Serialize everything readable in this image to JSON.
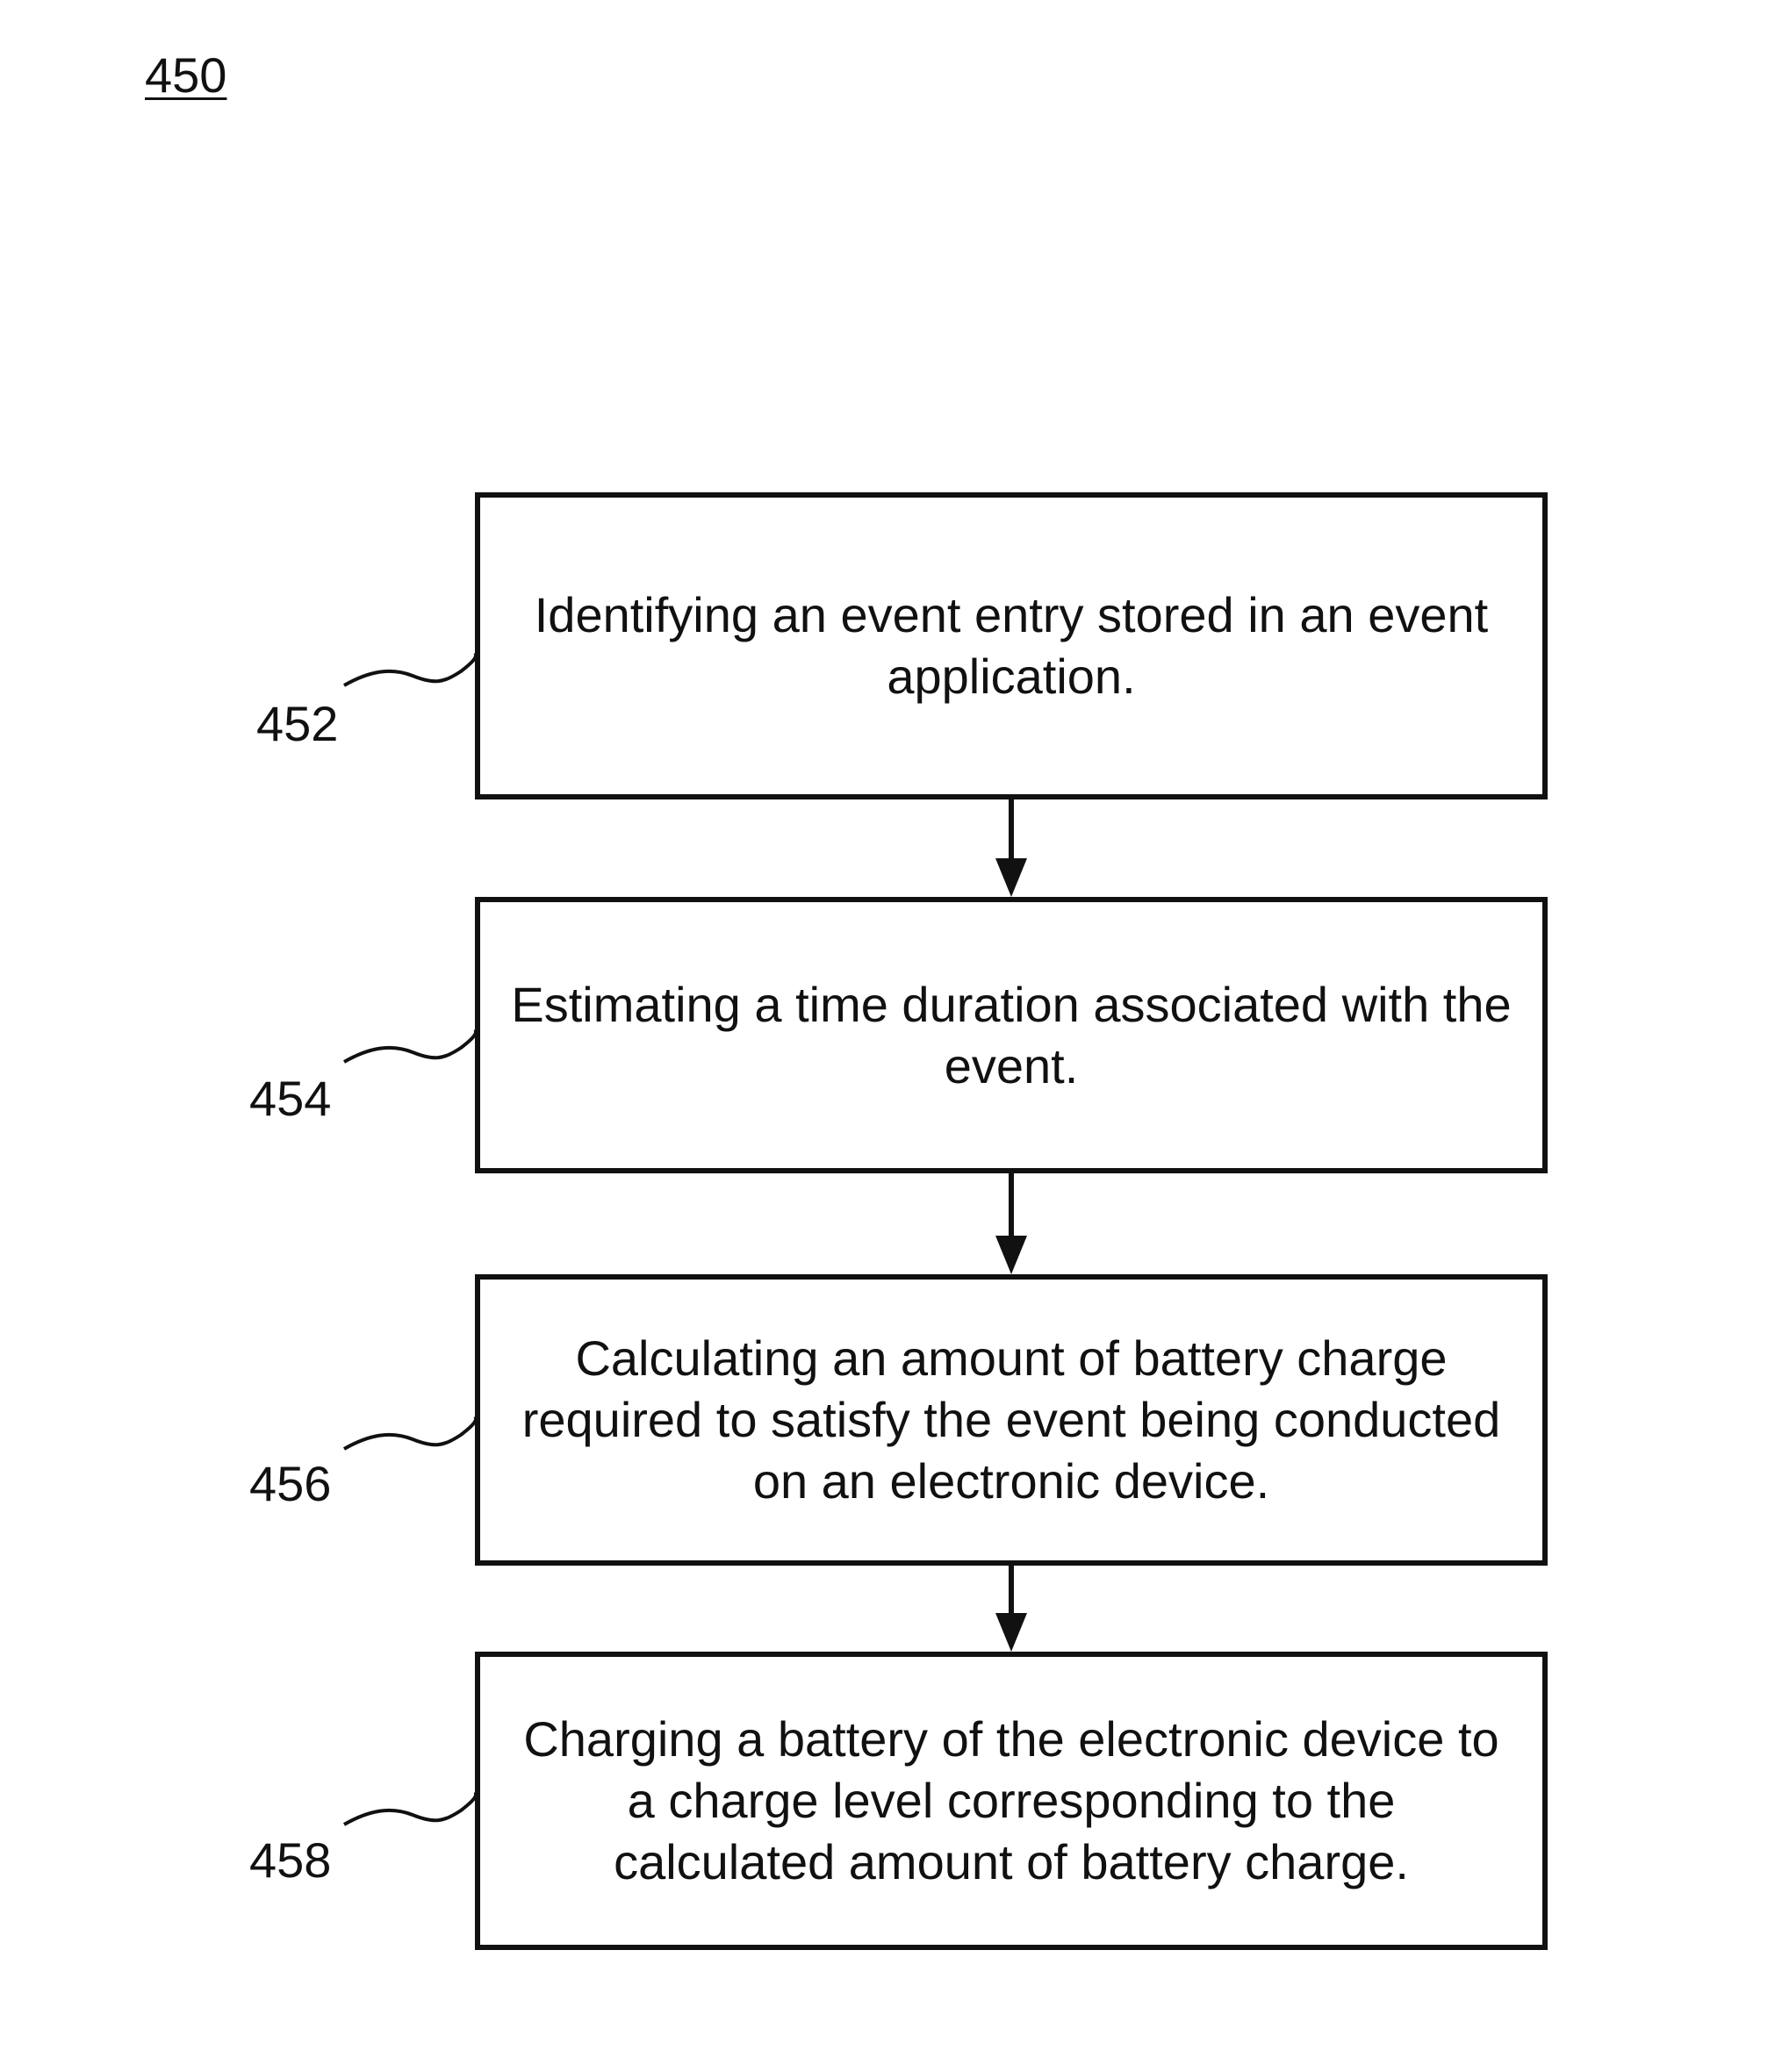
{
  "figure": {
    "number": "450"
  },
  "steps": [
    {
      "ref": "452",
      "text": "Identifying an event entry stored in an event\napplication."
    },
    {
      "ref": "454",
      "text": "Estimating a time duration associated with the\nevent."
    },
    {
      "ref": "456",
      "text": "Calculating an amount of battery charge\nrequired to satisfy the event being conducted\non an electronic device."
    },
    {
      "ref": "458",
      "text": "Charging a battery of the electronic device to\na charge level corresponding to the\ncalculated amount of battery charge."
    }
  ],
  "colors": {
    "line": "#111111",
    "background": "#ffffff"
  }
}
